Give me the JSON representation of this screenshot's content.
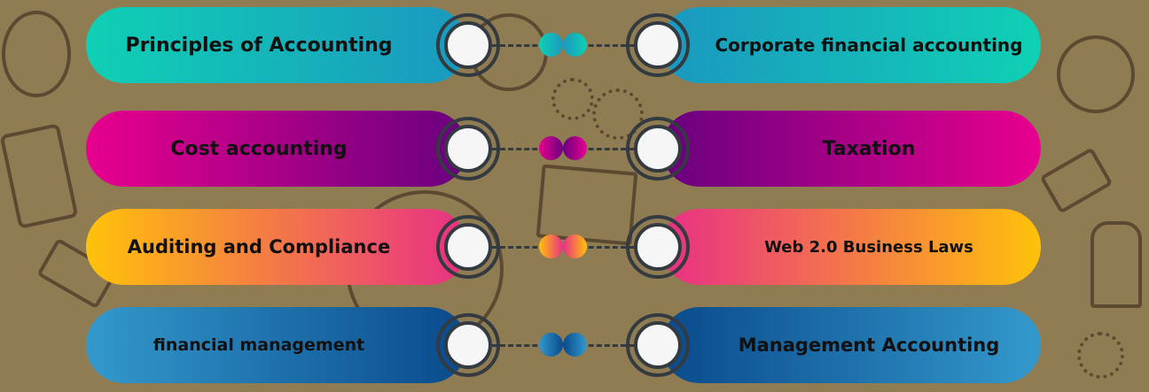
{
  "rows": [
    {
      "left": "Principles of Accounting",
      "right": "Corporate financial accounting",
      "colors": [
        "#0fd0b4",
        "#1b98c0"
      ]
    },
    {
      "left": "Cost accounting",
      "right": "Taxation",
      "colors": [
        "#e8008e",
        "#69007f"
      ]
    },
    {
      "left": "Auditing and Compliance",
      "right": "Web 2.0 Business Laws",
      "colors": [
        "#ffc20a",
        "#e82f86"
      ]
    },
    {
      "left": "financial management",
      "right": "Management Accounting",
      "colors": [
        "#3399cc",
        "#0a4a8c"
      ]
    }
  ],
  "background_icons": [
    "globe-icon",
    "coin-icon",
    "gear-icon",
    "calculator-icon",
    "megaphone-icon",
    "dollar-icon",
    "briefcase-icon",
    "chess-knight-icon"
  ]
}
